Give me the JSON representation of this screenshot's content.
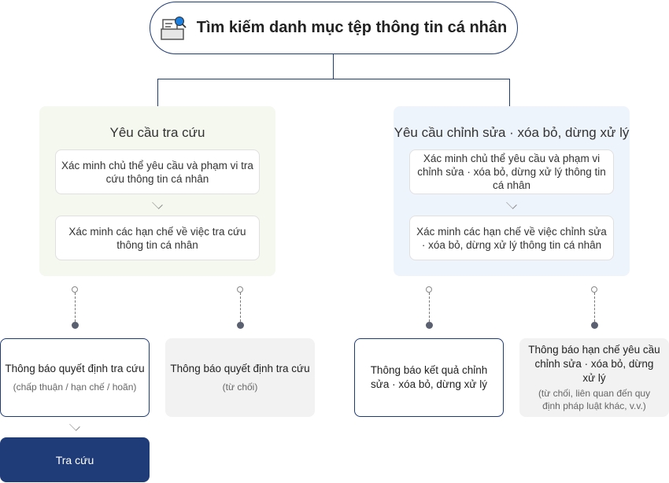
{
  "header": {
    "title": "Tìm kiếm danh mục tệp thông tin cá nhân",
    "icon": "document-search-icon"
  },
  "left_panel": {
    "title": "Yêu cầu tra cứu",
    "steps": [
      "Xác minh chủ thể yêu cầu và phạm vi tra cứu thông tin cá nhân",
      "Xác minh các hạn chế về việc tra cứu thông tin cá nhân"
    ]
  },
  "right_panel": {
    "title": "Yêu cầu chỉnh sửa · xóa bỏ, dừng xử lý",
    "steps": [
      "Xác minh chủ thể yêu cầu và phạm vi chỉnh sửa · xóa bỏ, dừng xử lý thông tin cá nhân",
      "Xác minh các hạn chế về việc chỉnh sửa · xóa bỏ, dừng xử lý thông tin cá nhân"
    ]
  },
  "outcomes": [
    {
      "title": "Thông báo quyết định tra cứu",
      "sub": "(chấp thuận / hạn chế / hoãn)"
    },
    {
      "title": "Thông báo quyết định tra cứu",
      "sub": "(từ chối)"
    },
    {
      "title": "Thông báo kết quả chỉnh sửa · xóa bỏ, dừng xử lý",
      "sub": ""
    },
    {
      "title": "Thông báo hạn chế yêu cầu chỉnh sửa · xóa bỏ, dừng xử lý",
      "sub": "(từ chối, liên quan đến quy định pháp luật khác, v.v.)"
    }
  ],
  "action": {
    "label": "Tra cứu"
  },
  "colors": {
    "navy": "#1f3a74",
    "left_bg": "#f5f8ee",
    "right_bg": "#eef4fc",
    "gray": "#f2f2f2"
  }
}
